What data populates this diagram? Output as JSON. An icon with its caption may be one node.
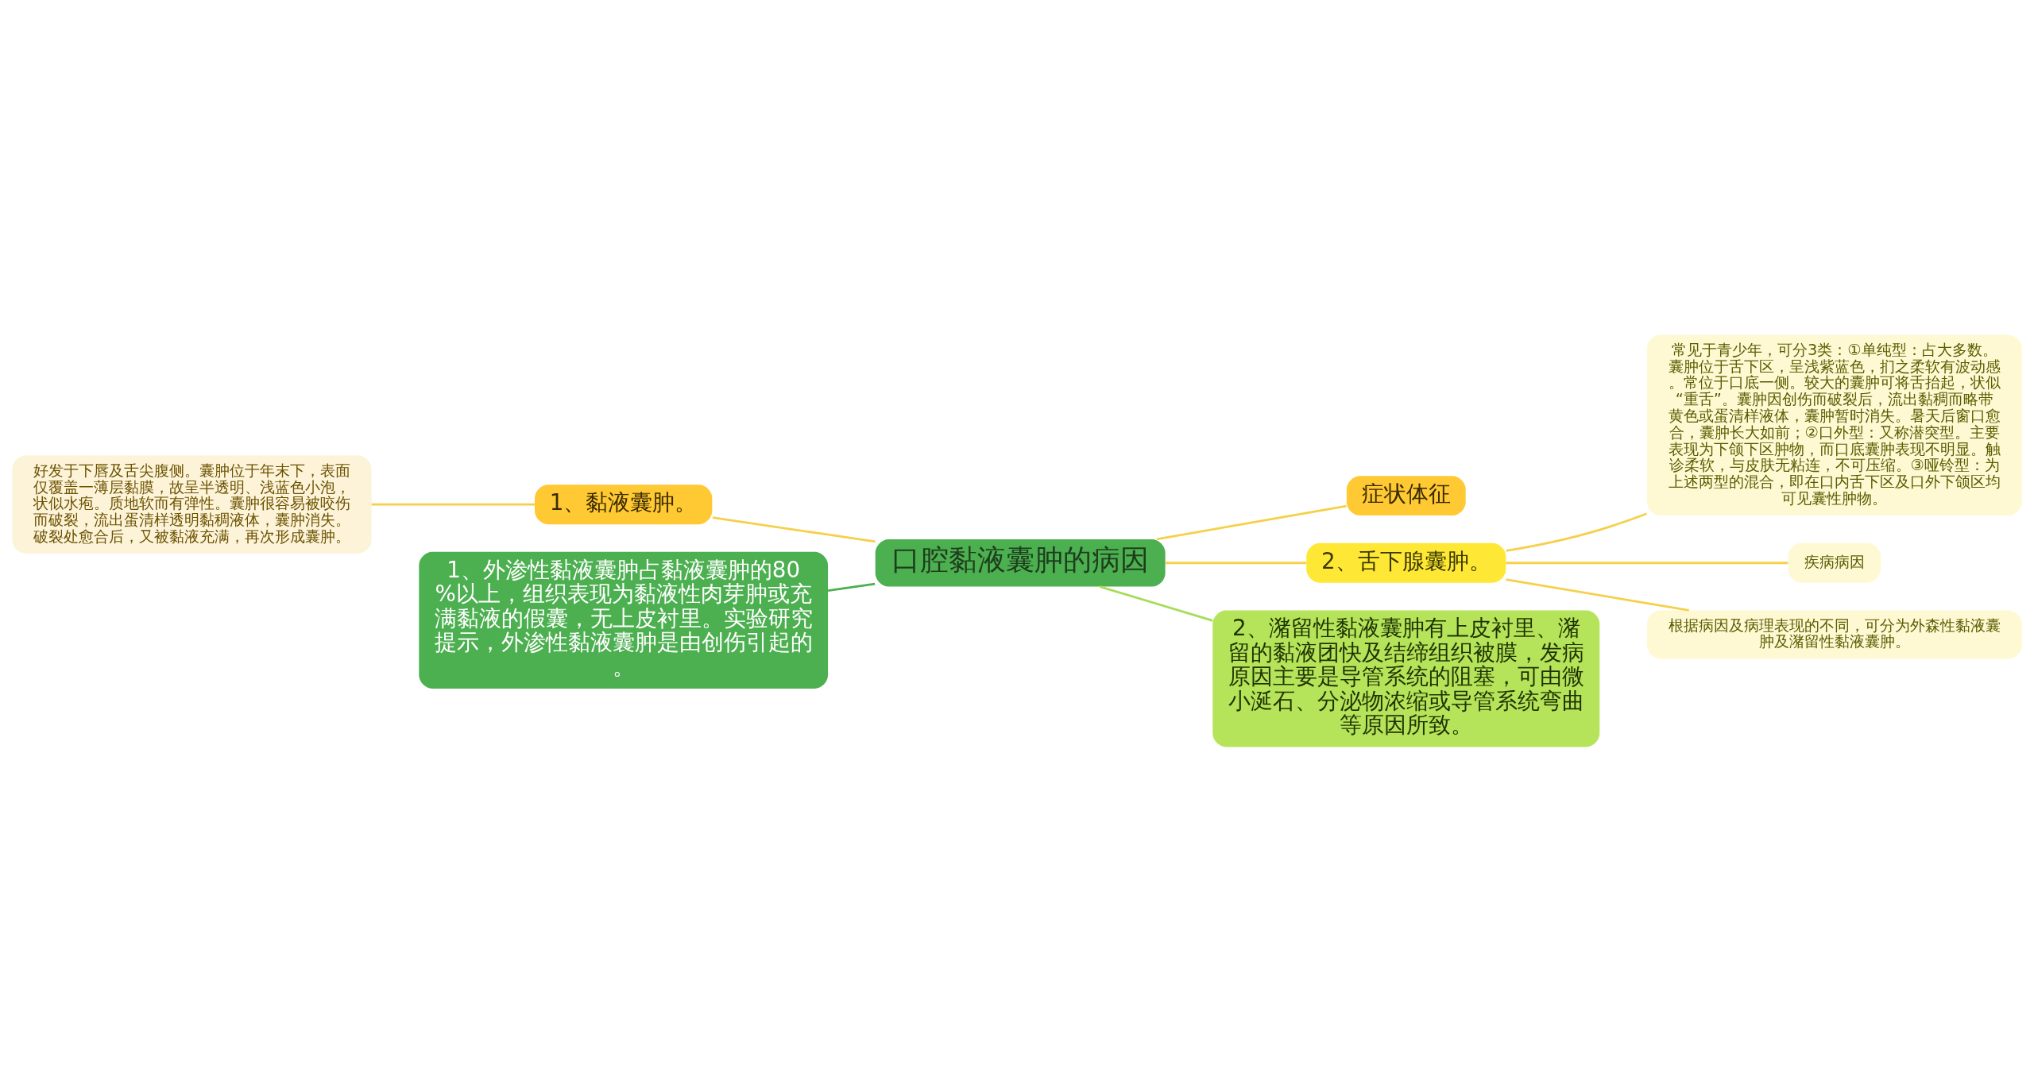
{
  "diagram": {
    "nodes": [
      {
        "text": [
          "口腔黏液囊肿的病因"
        ]
      },
      {
        "text": [
          "1、黏液囊肿。"
        ]
      },
      {
        "text": [
          "好发于下唇及舌尖腹侧。囊肿位于年末下，表面仅覆盖一薄层黏膜，故呈半透明、浅蓝色小泡，状似水疱。质地软而有弹性。囊肿很容易被咬伤而破裂，流出蛋清样透明黏稠液体，囊肿消失。破裂处愈合后，又被黏液充满，再次形成囊肿。"
        ]
      },
      {
        "text": [
          "1、外渗性黏液囊肿占黏液囊肿的80%以上，组织表现为黏液性肉芽肿或充满黏液的假囊，无上皮衬里。实验研究提示，外渗性黏液囊肿是由创伤引起的。"
        ]
      },
      {
        "text": [
          "症状体征"
        ]
      },
      {
        "text": [
          "2、舌下腺囊肿。"
        ]
      },
      {
        "text": [
          "常见于青少年，可分3类：①单纯型：占大多数。囊肿位于舌下区，呈浅紫蓝色，扪之柔软有波动感。常位于口底一侧。较大的囊肿可将舌抬起，状似“重舌”。囊肿因创伤而破裂后，流出黏稠而略带黄色或蛋清样液体，囊肿暂时消失。暑天后窗口愈合，囊肿长大如前；②口外型：又称潜突型。主要表现为下颌下区肿物，而口底囊肿表现不明显。触诊柔软，与皮肤无粘连，不可压缩。③哑铃型：为上述两型的混合，即在口内舌下区及口外下颌区均可见囊性肿物。"
        ]
      },
      {
        "text": [
          "疾病病因"
        ]
      },
      {
        "text": [
          "根据病因及病理表现的不同，可分为外森性黏液囊肿及潴留性黏液囊肿。"
        ]
      },
      {
        "text": [
          "2、潴留性黏液囊肿有上皮衬里、潴留的黏液团快及结缔组织被膜，发病原因主要是导管系统的阻塞，可由微小涎石、分泌物浓缩或导管系统弯曲等原因所致。"
        ]
      }
    ],
    "edges": [
      {
        "from": 0,
        "to": 1,
        "arrow": "none"
      },
      {
        "from": 1,
        "to": 2,
        "arrow": "none"
      },
      {
        "from": 0,
        "to": 3,
        "arrow": "none",
        "color": "#4caf50"
      },
      {
        "from": 0,
        "to": 4,
        "arrow": "none"
      },
      {
        "from": 0,
        "to": 5,
        "arrow": "none"
      },
      {
        "from": 5,
        "to": 6,
        "arrow": "none"
      },
      {
        "from": 5,
        "to": 7,
        "arrow": "none"
      },
      {
        "from": 5,
        "to": 8,
        "arrow": "none"
      },
      {
        "from": 0,
        "to": 9,
        "arrow": "none",
        "color": "#a8dc5c"
      }
    ]
  }
}
